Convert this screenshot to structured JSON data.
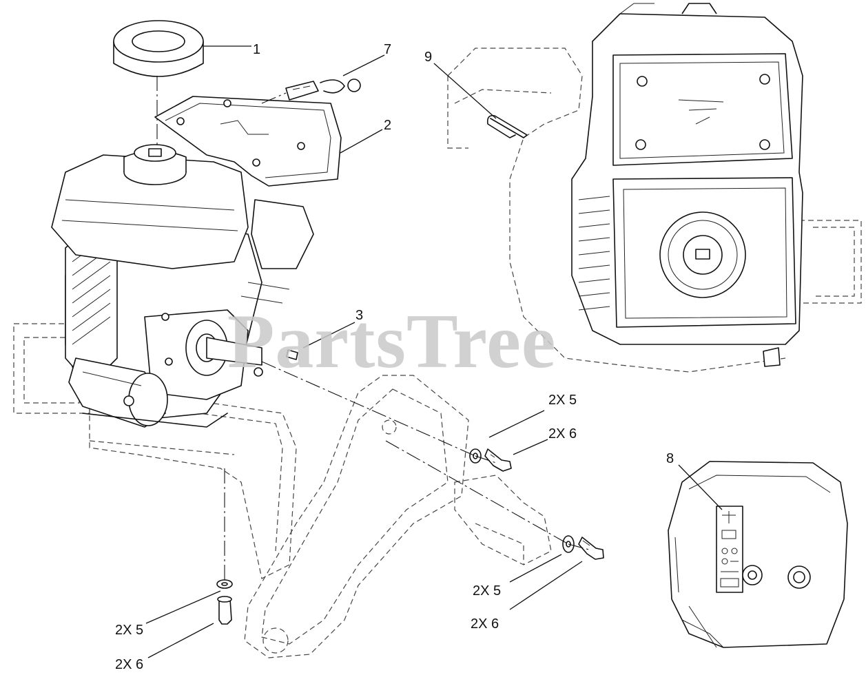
{
  "watermark": "PartsTree",
  "callouts": {
    "c1": "1",
    "c2": "2",
    "c3": "3",
    "c7": "7",
    "c8": "8",
    "c9": "9",
    "c5a": "2X 5",
    "c6a": "2X 6",
    "c5b": "2X 5",
    "c6b": "2X 6",
    "c5c": "2X 5",
    "c6c": "2X 6"
  }
}
